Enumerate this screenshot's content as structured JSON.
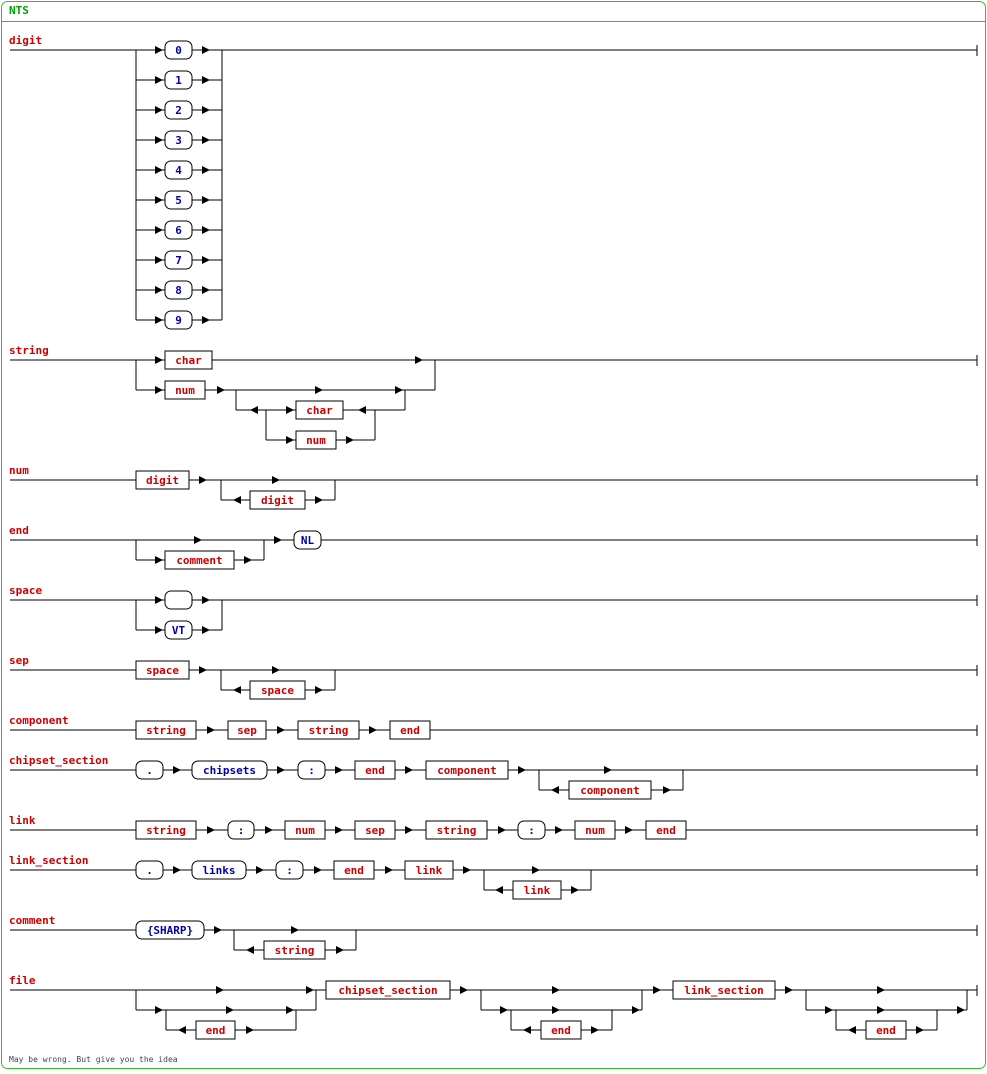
{
  "header": {
    "title": "NTS",
    "border_color": "#33bb33",
    "title_color": "#00a000"
  },
  "footer": {
    "note": "May be wrong. But give you the idea"
  },
  "colors": {
    "nonterminal": "#cc0000",
    "terminal": "#0000aa",
    "line": "#000000"
  },
  "rules": {
    "digit": {
      "name": "digit",
      "terminals": [
        "0",
        "1",
        "2",
        "3",
        "4",
        "5",
        "6",
        "7",
        "8",
        "9"
      ]
    },
    "string": {
      "name": "string",
      "items": [
        "char",
        "num",
        "char",
        "num"
      ]
    },
    "num": {
      "name": "num",
      "items": [
        "digit",
        "digit"
      ]
    },
    "end": {
      "name": "end",
      "items": [
        "comment"
      ],
      "terminal": "NL"
    },
    "space": {
      "name": "space",
      "terminals": [
        "",
        "VT"
      ]
    },
    "sep": {
      "name": "sep",
      "items": [
        "space",
        "space"
      ]
    },
    "component": {
      "name": "component",
      "items": [
        "string",
        "sep",
        "string",
        "end"
      ]
    },
    "chipset_section": {
      "name": "chipset_section",
      "terminals": [
        ".",
        "chipsets",
        ":"
      ],
      "items": [
        "end",
        "component",
        "component"
      ]
    },
    "link": {
      "name": "link",
      "items": [
        "string",
        "num",
        "sep",
        "string",
        "num",
        "end"
      ],
      "terminals": [
        ":",
        ":"
      ]
    },
    "link_section": {
      "name": "link_section",
      "terminals": [
        ".",
        "links",
        ":"
      ],
      "items": [
        "end",
        "link",
        "link"
      ]
    },
    "comment": {
      "name": "comment",
      "terminal": "{SHARP}",
      "items": [
        "string"
      ]
    },
    "file": {
      "name": "file",
      "items": [
        "end",
        "chipset_section",
        "end",
        "link_section",
        "end"
      ]
    }
  }
}
